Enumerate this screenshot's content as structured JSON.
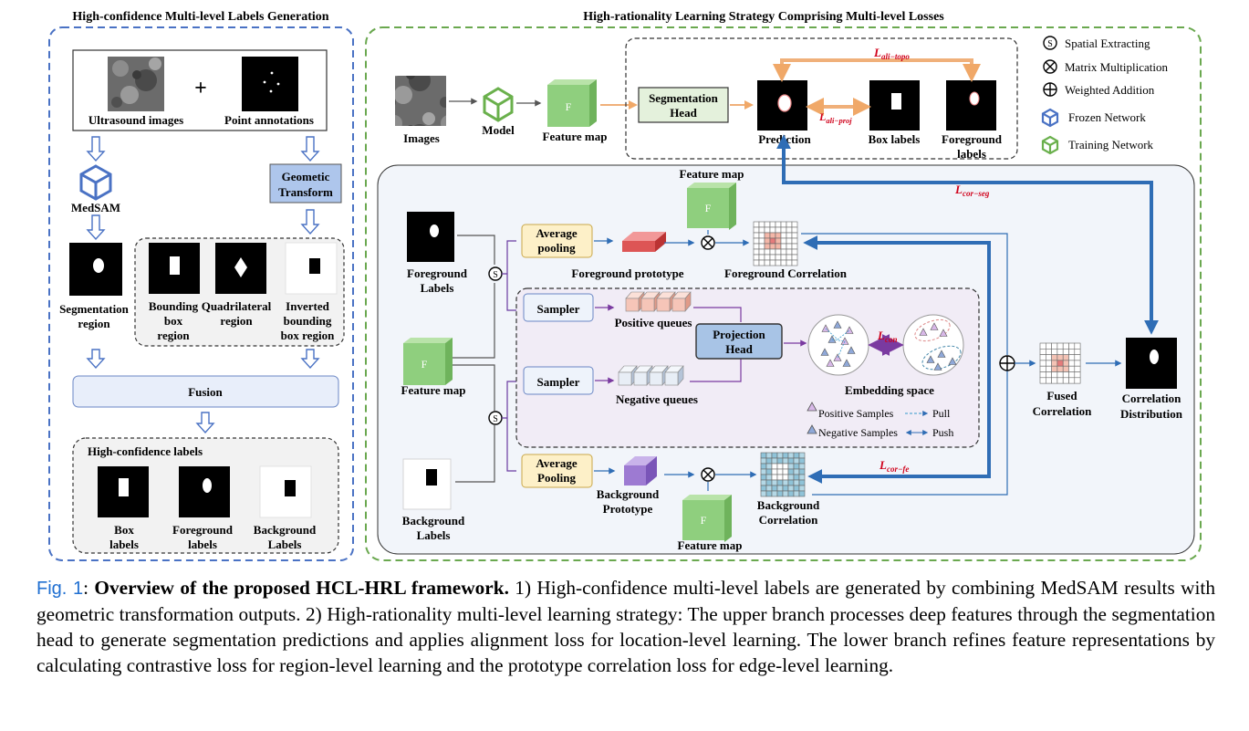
{
  "left_panel": {
    "title": "High-confidence Multi-level Labels Generation",
    "input_ultrasound": "Ultrasound images",
    "plus": "+",
    "input_points": "Point annotations",
    "medsam": "MedSAM",
    "geometric_line1": "Geometic",
    "geometric_line2": "Transform",
    "seg_region_line1": "Segmentation",
    "seg_region_line2": "region",
    "bbox_line1": "Bounding",
    "bbox_line2": "box",
    "bbox_line3": "region",
    "quad_line1": "Quadrilateral",
    "quad_line2": "region",
    "inv_line1": "Inverted",
    "inv_line2": "bounding",
    "inv_line3": "box region",
    "fusion": "Fusion",
    "hc_title": "High-confidence labels",
    "box_line1": "Box",
    "box_line2": "labels",
    "fg_line1": "Foreground",
    "fg_line2": "labels",
    "bg_line1": "Background",
    "bg_line2": "Labels"
  },
  "right_panel": {
    "title": "High-rationality Learning Strategy Comprising Multi-level Losses",
    "images": "Images",
    "model": "Model",
    "feature_map": "Feature map",
    "f_letter": "F",
    "seg_head_line1": "Segmentation",
    "seg_head_line2": "Head",
    "prediction": "Prediction",
    "box_labels": "Box labels",
    "fg_labels_line1": "Foreground",
    "fg_labels_line2": "labels",
    "loss_topo": "L",
    "loss_topo_sub": "ali−topo",
    "loss_proj": "L",
    "loss_proj_sub": "ali−proj",
    "loss_seg": "L",
    "loss_seg_sub": "cor−seg",
    "loss_con": "L",
    "loss_con_sub": "con",
    "loss_fe": "L",
    "loss_fe_sub": "cor−fe",
    "feature_map_top": "Feature map",
    "feature_map_left": "Feature map",
    "feature_map_bottom": "Feature map",
    "fg_labels_l_line1": "Foreground",
    "fg_labels_l_line2": "Labels",
    "bg_labels_l_line1": "Background",
    "bg_labels_l_line2": "Labels",
    "avg_pool_top_line1": "Average",
    "avg_pool_top_line2": "pooling",
    "avg_pool_bot_line1": "Average",
    "avg_pool_bot_line2": "Pooling",
    "fg_prototype": "Foreground prototype",
    "bg_prototype_line1": "Background",
    "bg_prototype_line2": "Prototype",
    "fg_correlation": "Foreground Correlation",
    "bg_correlation_line1": "Background",
    "bg_correlation_line2": "Correlation",
    "sampler": "Sampler",
    "positive_queues": "Positive queues",
    "negative_queues": "Negative queues",
    "proj_head_line1": "Projection",
    "proj_head_line2": "Head",
    "embedding_space": "Embedding space",
    "positive_samples": "Positive Samples",
    "negative_samples": "Negative Samples",
    "pull": "Pull",
    "push": "Push",
    "fused_line1": "Fused",
    "fused_line2": "Correlation",
    "corr_dist_line1": "Correlation",
    "corr_dist_line2": "Distribution",
    "s_symbol": "S"
  },
  "legend": {
    "spatial": "Spatial Extracting",
    "matrix": "Matrix Multiplication",
    "weighted": "Weighted Addition",
    "frozen": "Frozen Network",
    "training": "Training Network"
  },
  "caption": {
    "fig": "Fig. 1",
    "colon": ": ",
    "bold": "Overview of the proposed HCL-HRL framework.",
    "text": " 1) High-confidence multi-level labels are generated by combining MedSAM results with geometric transformation outputs. 2) High-rationality multi-level learning strategy: The upper branch processes deep features through the segmentation head to generate segmentation predictions and applies alignment loss for location-level learning. The lower branch refines feature representations by calculating contrastive loss for region-level learning and the prototype correlation loss for edge-level learning."
  },
  "colors": {
    "left_border": "#4a72c4",
    "right_border": "#6aa84f",
    "lower_panel": "#f2f5fa",
    "contrast_bg": "#f1ecf6",
    "seg_head_fill": "#e4f1dc",
    "proj_head_fill": "#a8c4e6",
    "avg_pool_fill": "#fdf0c8",
    "geometric_fill": "#aec6ec",
    "fusion_fill": "#e8eefa",
    "feature_cube": "#8fcf7e",
    "loss_red": "#d0021b",
    "blue_arrow": "#2f6db5",
    "orange_arrow": "#f0b07a",
    "purple_arrow": "#7a3aa0"
  }
}
